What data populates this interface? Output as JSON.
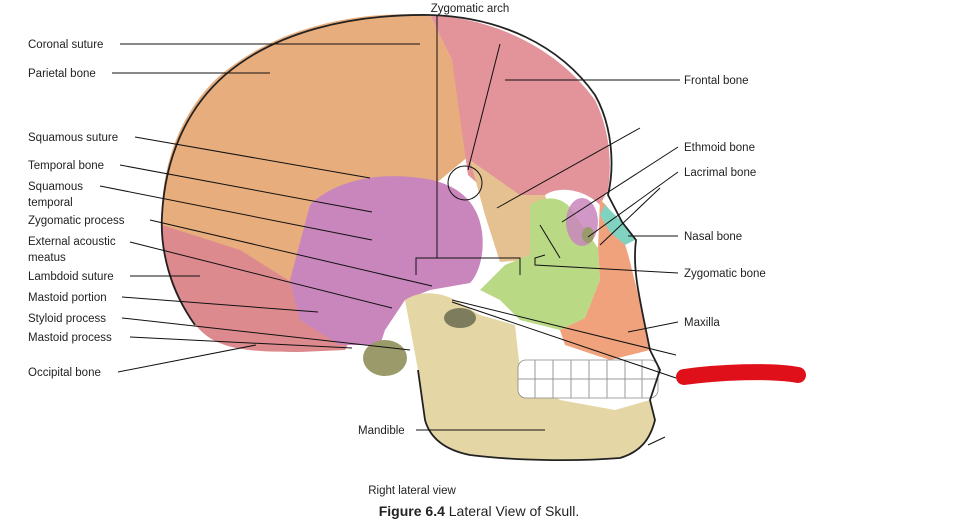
{
  "labels": {
    "zygomatic_arch": "Zygomatic arch",
    "coronal_suture": "Coronal suture",
    "parietal_bone": "Parietal bone",
    "squamous_suture": "Squamous suture",
    "temporal_bone": "Temporal bone",
    "squamous_temporal_1": "Squamous",
    "squamous_temporal_2": "temporal",
    "zygomatic_process": "Zygomatic process",
    "external_acoustic_1": "External acoustic",
    "external_acoustic_2": "meatus",
    "lambdoid_suture": "Lambdoid suture",
    "mastoid_portion": "Mastoid portion",
    "styloid_process": "Styloid process",
    "mastoid_process": "Mastoid process",
    "occipital_bone": "Occipital bone",
    "frontal_bone": "Frontal bone",
    "ethmoid_bone": "Ethmoid bone",
    "lacrimal_bone": "Lacrimal bone",
    "nasal_bone": "Nasal bone",
    "zygomatic_bone": "Zygomatic bone",
    "maxilla": "Maxilla",
    "mandible": "Mandible",
    "view": "Right lateral view"
  },
  "caption": {
    "figure": "Figure 6.4",
    "title": " Lateral View of Skull."
  },
  "colors": {
    "parietal": "#e8ad7c",
    "frontal": "#e3939a",
    "temporal": "#c986bd",
    "occipital": "#dd8a8e",
    "zygomatic": "#b9d985",
    "nasal": "#7fd3c0",
    "maxilla": "#efa27c",
    "mandible": "#e5d6a6",
    "sphenoid": "#e5c090",
    "redact": "#e0101a"
  }
}
